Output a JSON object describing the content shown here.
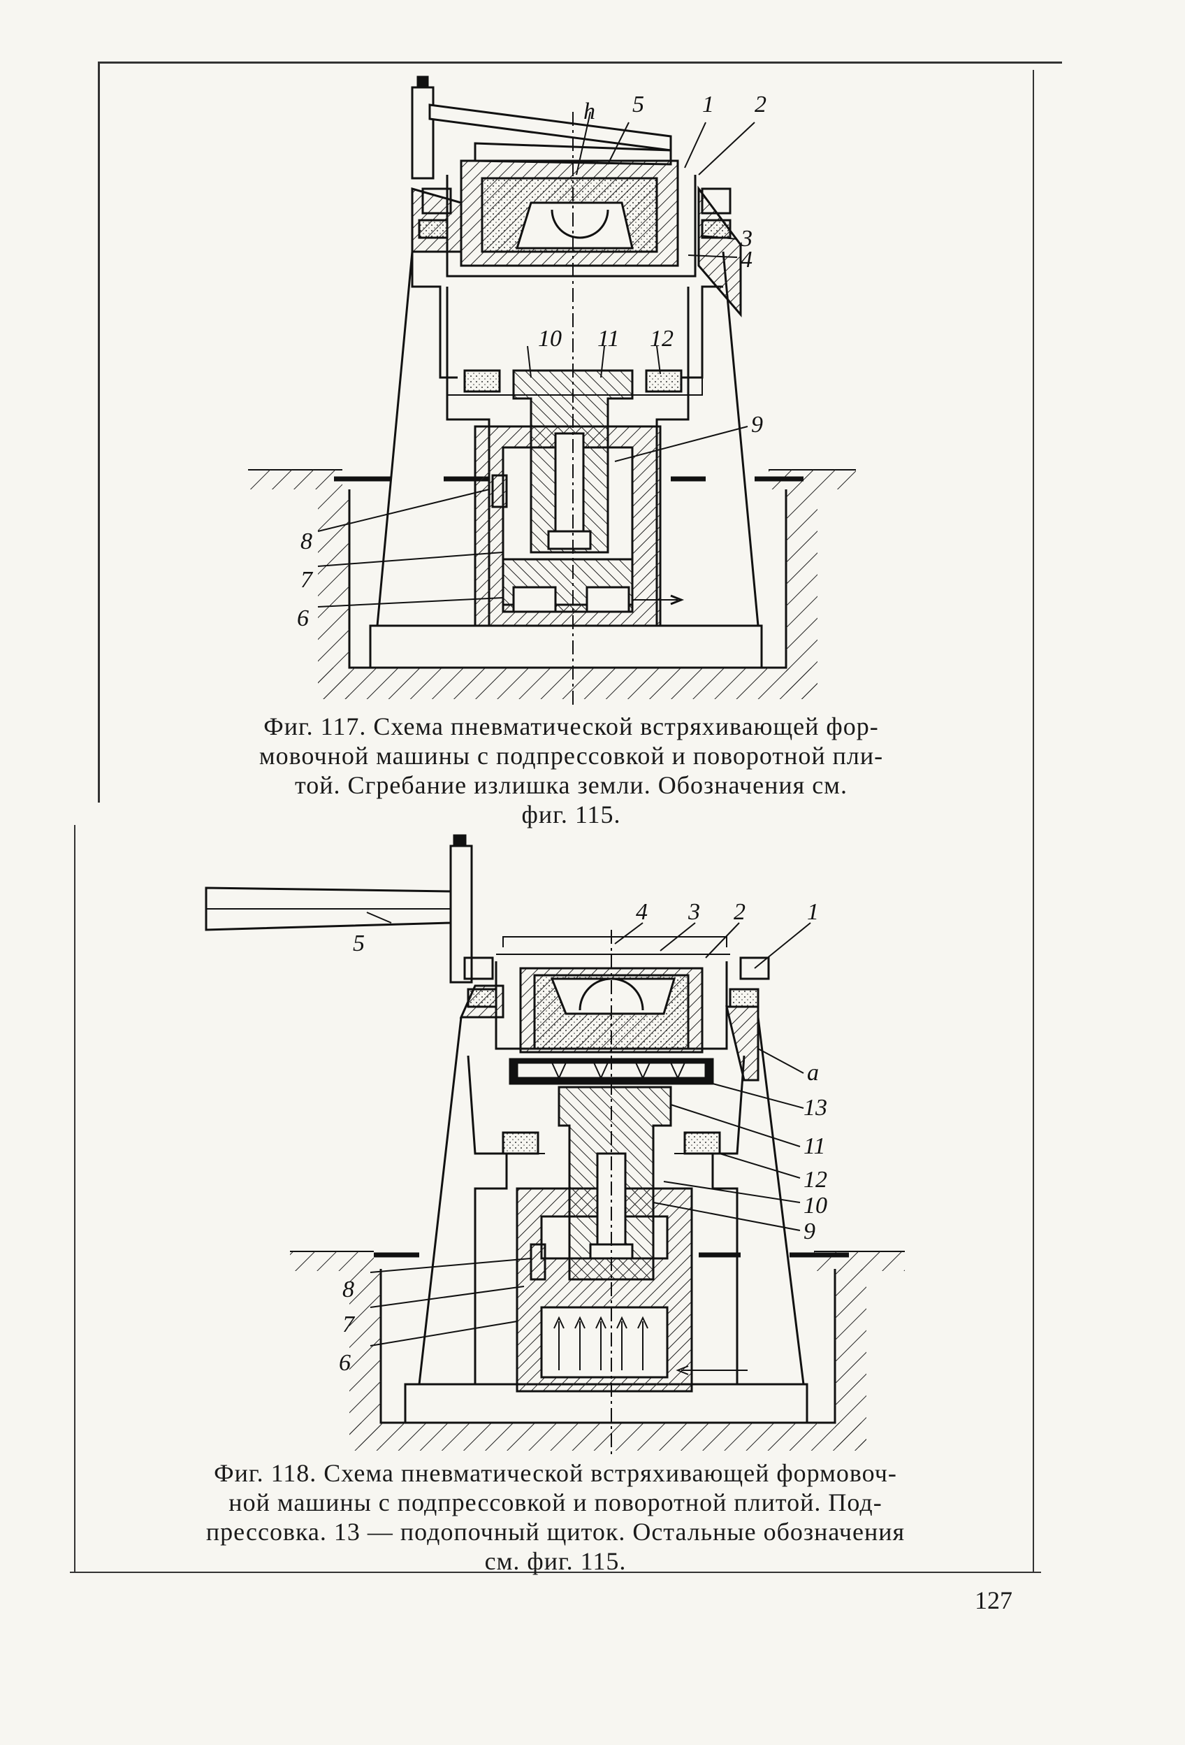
{
  "figures": [
    {
      "callouts": [
        "h",
        "5",
        "1",
        "2",
        "3",
        "4",
        "10",
        "11",
        "12",
        "9",
        "8",
        "7",
        "6"
      ],
      "caption": {
        "lines": [
          "Фиг. 117. Схема пневматической встряхивающей фор-",
          "мовочной машины с подпрессовкой и поворотной пли-",
          "той. Сгребание излишка земли. Обозначения см.",
          "фиг. 115."
        ]
      }
    },
    {
      "callouts": [
        "4",
        "3",
        "2",
        "1",
        "5",
        "a",
        "13",
        "11",
        "12",
        "10",
        "9",
        "8",
        "7",
        "6"
      ],
      "caption": {
        "lines": [
          "Фиг. 118. Схема пневматической встряхивающей формовоч-",
          "ной машины с подпрессовкой и поворотной плитой. Под-",
          "прессовка. 13 — подопочный щиток. Остальные обозначения",
          "см. фиг. 115."
        ]
      }
    }
  ],
  "page_number": "127"
}
